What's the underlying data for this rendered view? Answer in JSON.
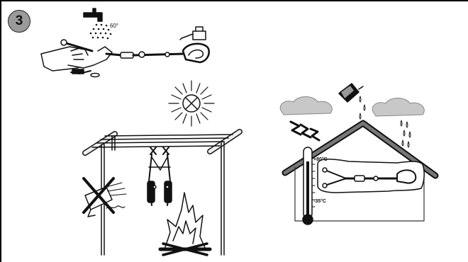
{
  "step": {
    "number": "3"
  },
  "wash": {
    "temperature_label": "60°"
  },
  "storage": {
    "max_temp_label": "+80°C",
    "min_temp_label": "-35°C"
  },
  "icons": [
    "water-tap-icon",
    "oil-can-icon",
    "sun-icon",
    "fire-icon",
    "hair-dryer-prohibited-icon",
    "cloud-icon",
    "rain-icon",
    "lightning-icon",
    "thermometer-icon",
    "house-roof-icon",
    "harness-icon",
    "lanyard-icon"
  ]
}
